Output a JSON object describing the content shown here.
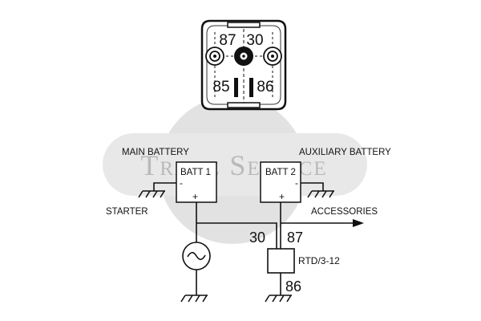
{
  "watermark": {
    "text": "Trade Service",
    "color": "#bdbdbd"
  },
  "relay_pinout": {
    "pin_87": "87",
    "pin_30": "30",
    "pin_85": "85",
    "pin_86": "86"
  },
  "main_battery": {
    "title": "MAIN BATTERY",
    "box_label": "BATT 1",
    "minus": "-",
    "plus": "+"
  },
  "aux_battery": {
    "title": "AUXILIARY BATTERY",
    "box_label": "BATT 2",
    "minus": "-",
    "plus": "+"
  },
  "labels": {
    "starter": "STARTER",
    "accessories": "ACCESSORIES",
    "relay_model": "RTD/3-12",
    "terminal_30": "30",
    "terminal_87": "87",
    "terminal_86": "86"
  },
  "icons": {
    "ground": "ground-icon",
    "alternator": "alternator-icon",
    "arrow": "arrow-icon"
  }
}
